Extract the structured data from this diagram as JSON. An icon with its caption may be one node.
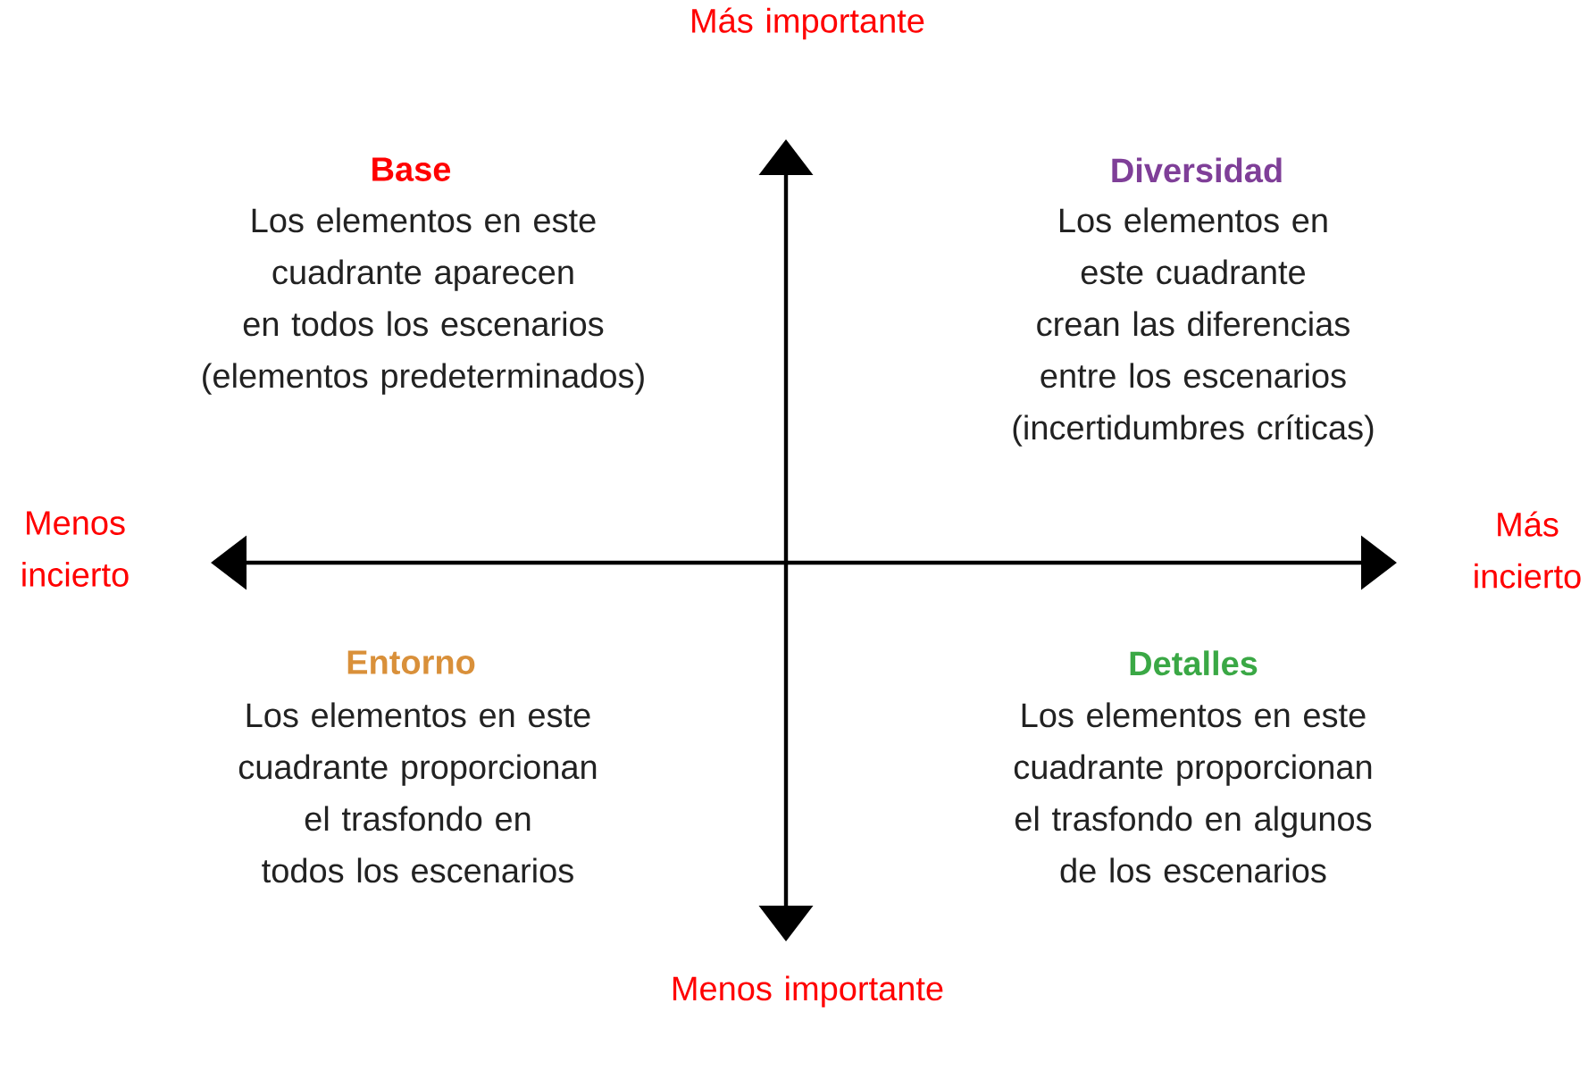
{
  "diagram": {
    "labels": [
      "Más importante",
      "Base",
      "Los elementos en este cuadrante aparecen en todos los escenarios (elementos predeterminados)",
      "Diversidad",
      "Los elementos en este cuadrante crean las diferencias entre los escenarios (incertidumbres críticas)",
      "Menos incierto",
      "Más incierto",
      "Entorno",
      "Los elementos en este cuadrante proporcionan el trasfondo en todos los escenarios",
      "Detalles",
      "Los elementos en este cuadrante proporcionan el trasfondo en algunos de los escenarios",
      "Menos importante"
    ]
  }
}
